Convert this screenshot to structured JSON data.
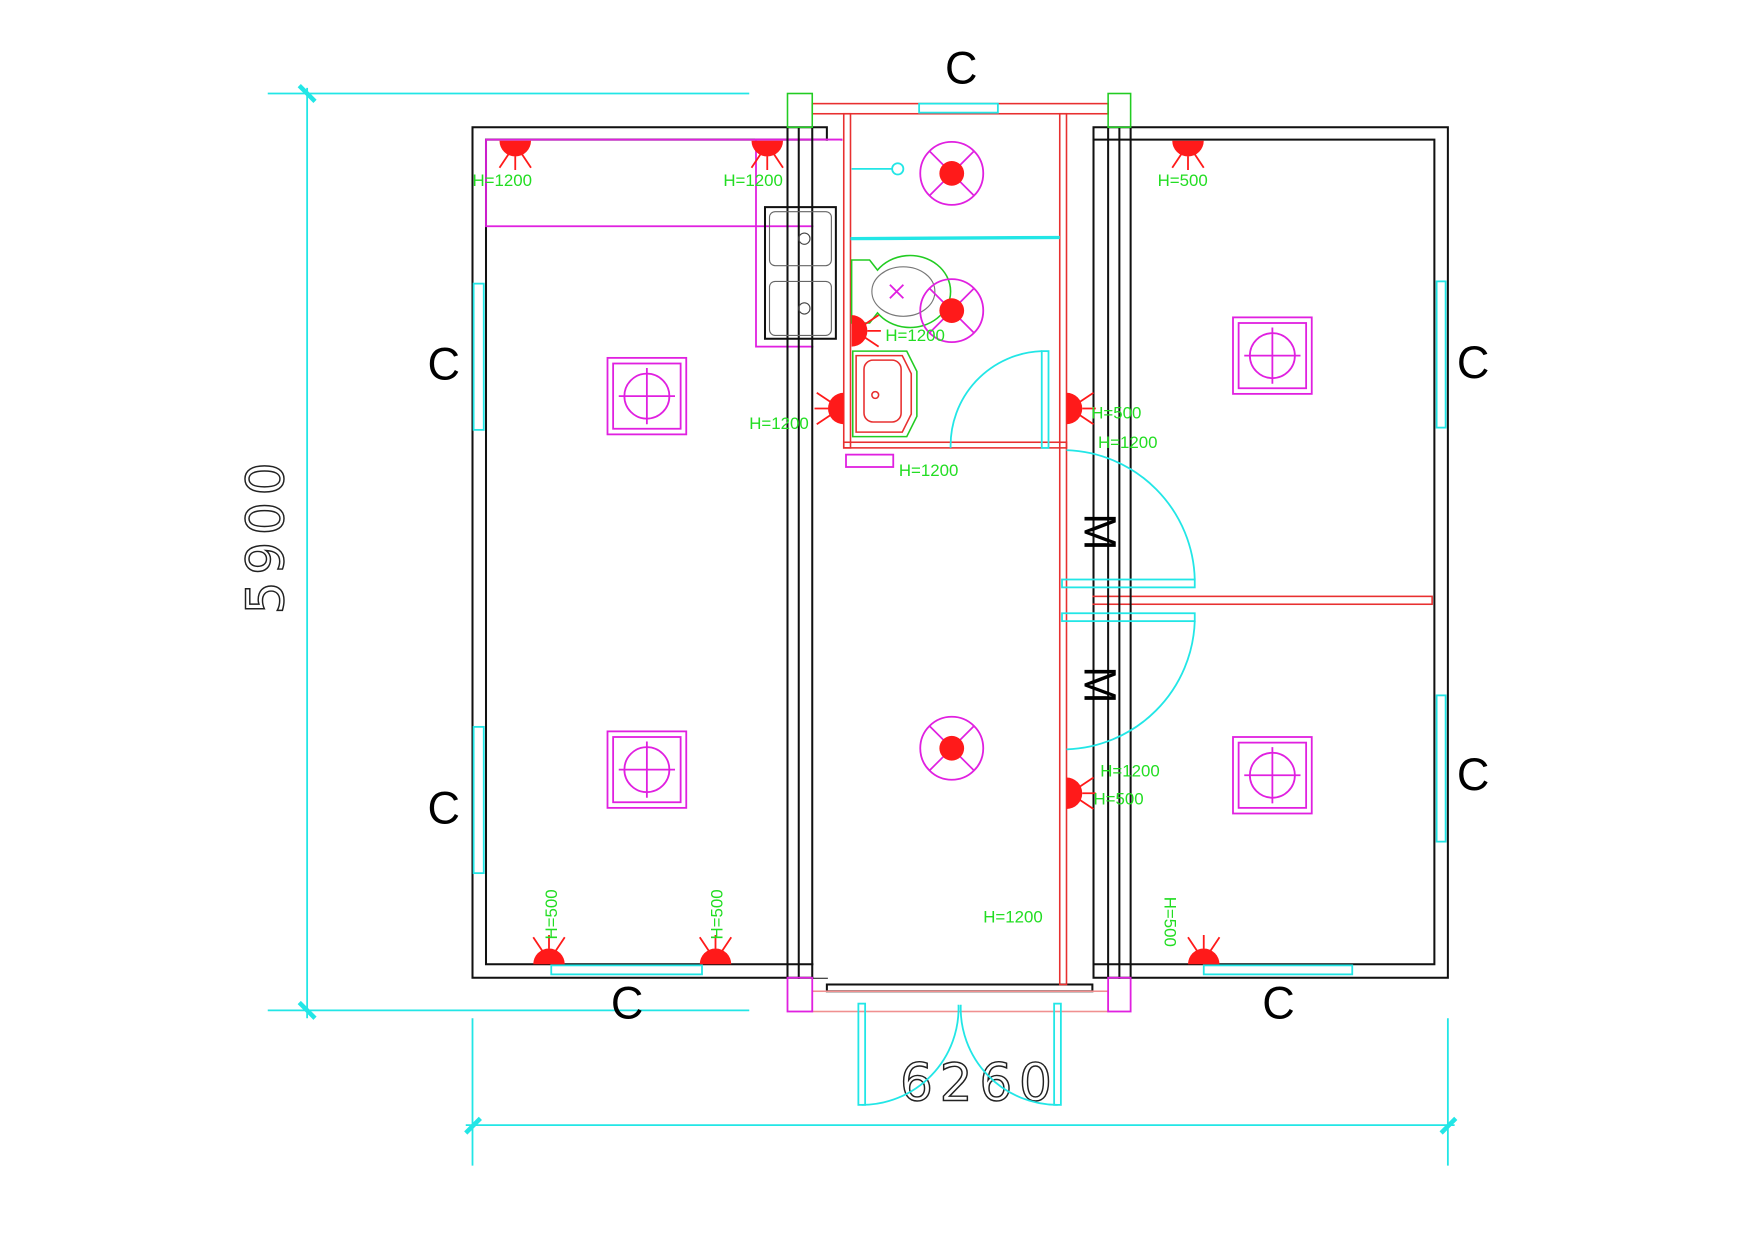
{
  "dimensions": {
    "height": "5900",
    "width": "6260"
  },
  "window_labels": [
    "C",
    "C",
    "C",
    "C",
    "C",
    "C",
    "C"
  ],
  "door_labels": [
    "M",
    "M"
  ],
  "height_labels": [
    "H=1200",
    "H=1200",
    "H=500",
    "H=1200",
    "H=1200",
    "H=500",
    "H=500",
    "H=500",
    "H=500",
    "H=500",
    "H=1200",
    "H=1200",
    "H=1200",
    "H=1200"
  ],
  "colors": {
    "dimension": "#22e6e6",
    "wall": "#111111",
    "partition": "#e83030",
    "fixture": "#e020e0",
    "annotation": "#22dd22",
    "socket": "#ff1a1a"
  }
}
